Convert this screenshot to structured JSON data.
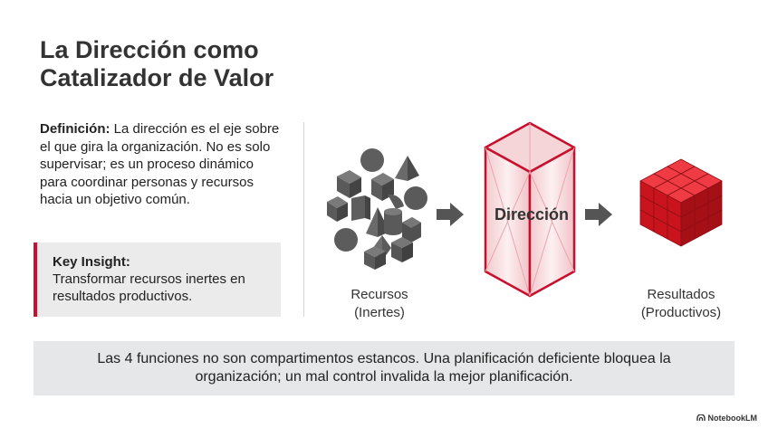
{
  "title": {
    "line1": "La Dirección como",
    "line2": "Catalizador de Valor"
  },
  "definition": {
    "label": "Definición:",
    "text": " La dirección es el eje sobre el que gira la organización. No es solo supervisar; es un proceso dinámico para coordinar personas y recursos hacia un objetivo común."
  },
  "insight": {
    "label": "Key Insight:",
    "text": "Transformar recursos inertes en resultados productivos."
  },
  "diagram": {
    "center_label": "Dirección",
    "left_caption": {
      "line1": "Recursos",
      "line2": "(Inertes)"
    },
    "right_caption": {
      "line1": "Resultados",
      "line2": "(Productivos)"
    },
    "colors": {
      "accent": "#c8102e",
      "shapes": "#5a5a5a",
      "cube": "#d3222a"
    }
  },
  "bottom_note": {
    "line1": "Las 4 funciones no son compartimentos estancos. Una planificación deficiente bloquea la",
    "line2": "organización; un mal control invalida la mejor planificación."
  },
  "brand": "NotebookLM"
}
